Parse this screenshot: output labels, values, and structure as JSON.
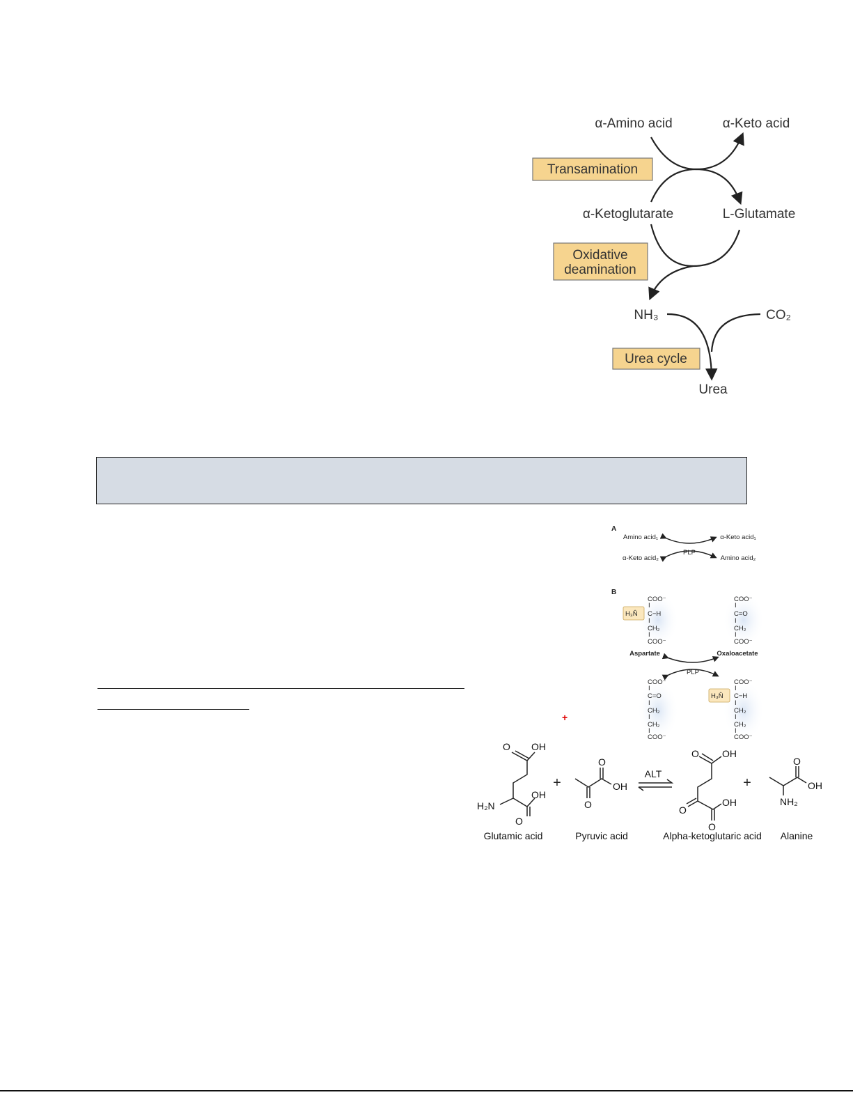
{
  "overview_diagram": {
    "alpha_amino_acid": "α-Amino acid",
    "alpha_keto_acid": "α-Keto acid",
    "transamination": "Transamination",
    "alpha_ketoglutarate": "α-Ketoglutarate",
    "l_glutamate": "L-Glutamate",
    "oxidative_line1": "Oxidative",
    "oxidative_line2": "deamination",
    "nh3": "NH₃",
    "co2": "CO₂",
    "urea_cycle": "Urea cycle",
    "urea": "Urea",
    "box_color": "#f6d48f"
  },
  "section_header": {
    "shade_color": "#d6dce4"
  },
  "transamination_diagram": {
    "panel_a": "A",
    "amino_acid_1": "Amino acid₁",
    "keto_acid_1": "α-Keto acid₁",
    "keto_acid_2": "α-Keto acid₂",
    "amino_acid_2": "Amino acid₂",
    "plp": "PLP",
    "panel_b": "B",
    "aspartate": "Aspartate",
    "oxaloacetate": "Oxaloacetate",
    "coo": "COO⁻",
    "ch": "C−H",
    "co": "C=O",
    "ch2": "CH₂",
    "h3n": "H₃N̂",
    "bar": "I"
  },
  "alt_reaction": {
    "glutamic_acid": "Glutamic acid",
    "pyruvic_acid": "Pyruvic acid",
    "alpha_ketoglutaric_acid": "Alpha-ketoglutaric acid",
    "alanine": "Alanine",
    "enzyme": "ALT",
    "plus": "+",
    "oh": "OH",
    "o": "O",
    "h2n": "H₂N",
    "nh2": "NH₂"
  },
  "marker": {
    "red_plus": "+"
  }
}
